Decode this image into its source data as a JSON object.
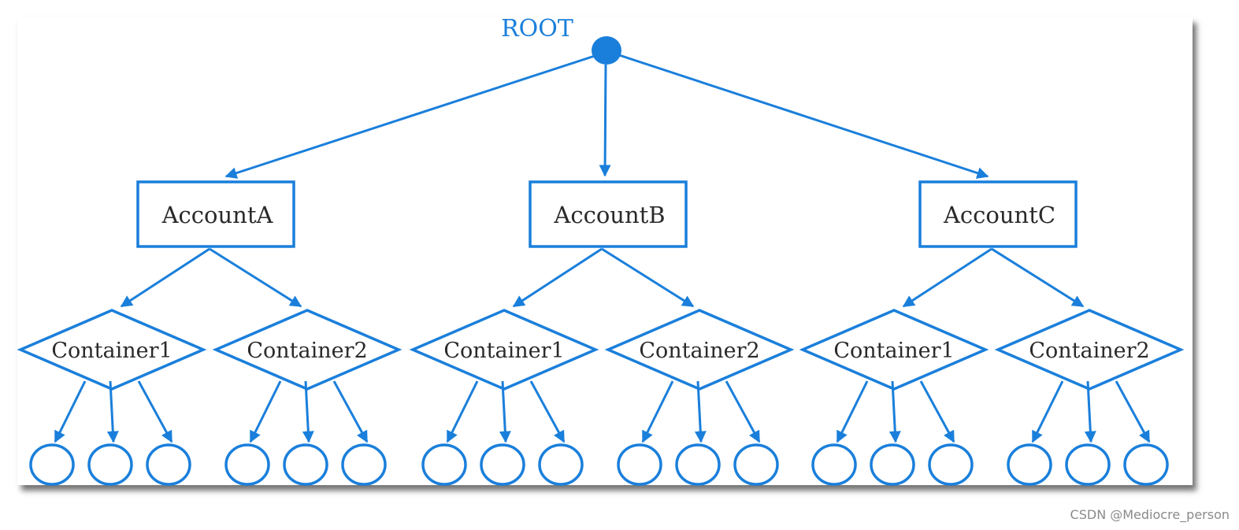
{
  "diagram": {
    "root_label": "ROOT",
    "accounts": [
      {
        "label": "AccountA",
        "containers": [
          {
            "label": "Container1",
            "object_count": 3
          },
          {
            "label": "Container2",
            "object_count": 3
          }
        ]
      },
      {
        "label": "AccountB",
        "containers": [
          {
            "label": "Container1",
            "object_count": 3
          },
          {
            "label": "Container2",
            "object_count": 3
          }
        ]
      },
      {
        "label": "AccountC",
        "containers": [
          {
            "label": "Container1",
            "object_count": 3
          },
          {
            "label": "Container2",
            "object_count": 3
          }
        ]
      }
    ]
  },
  "colors": {
    "accent": "#1a7fdb",
    "text": "#2a2a2a"
  },
  "watermark": "CSDN @Mediocre_person"
}
